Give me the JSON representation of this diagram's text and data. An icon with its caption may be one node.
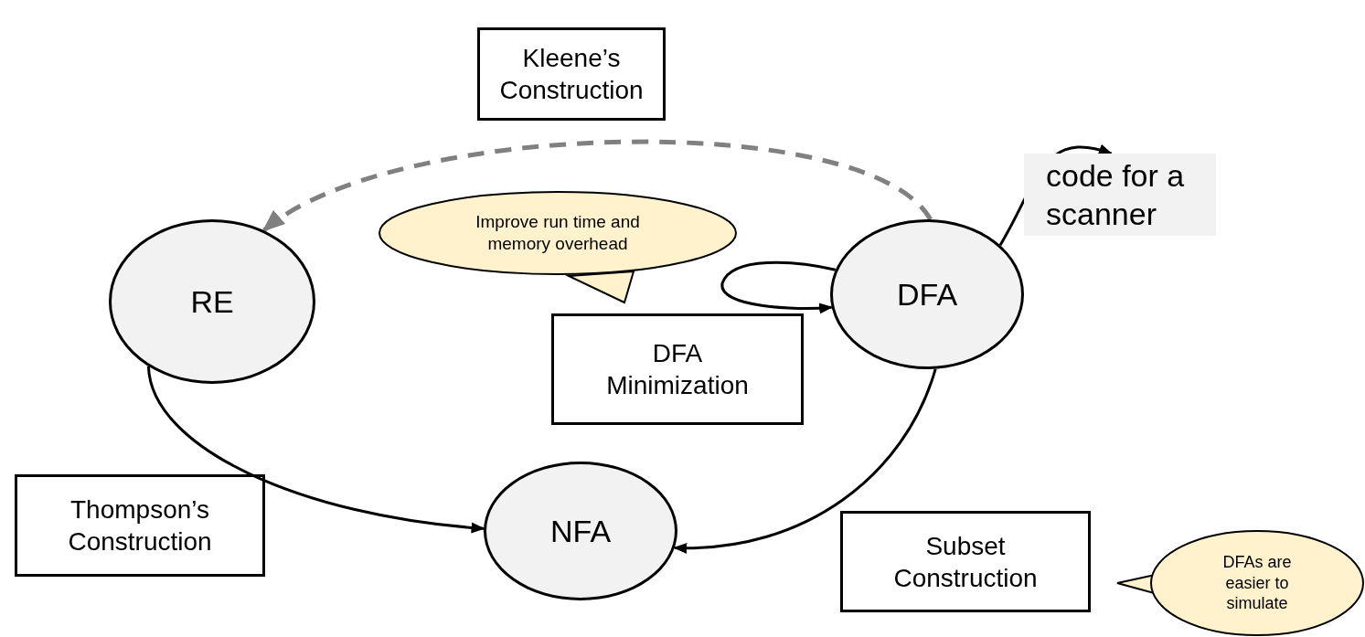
{
  "diagram": {
    "nodes": [
      {
        "text": [
          "Kleene’s Construction"
        ]
      },
      {
        "text": [
          "Improve run time and memory overhead"
        ]
      },
      {
        "text": [
          "code for a scanner"
        ]
      },
      {
        "text": [
          "RE"
        ]
      },
      {
        "text": [
          "DFA"
        ]
      },
      {
        "text": [
          "DFA Minimization"
        ]
      },
      {
        "text": [
          "Thompson’s Construction"
        ]
      },
      {
        "text": [
          "NFA"
        ]
      },
      {
        "text": [
          "Subset Construction"
        ]
      },
      {
        "text": [
          "DFAs are easier to simulate"
        ]
      }
    ],
    "edges": [
      {
        "from": 4,
        "to": 3,
        "arrow": "to",
        "style": "dashed",
        "color": "#808080"
      },
      {
        "from": 4,
        "to": 2,
        "arrow": "to"
      },
      {
        "from": 4,
        "to": 4,
        "arrow": "to"
      },
      {
        "from": 3,
        "to": 7,
        "arrow": "to"
      },
      {
        "from": 4,
        "to": 7,
        "arrow": "to"
      }
    ]
  }
}
